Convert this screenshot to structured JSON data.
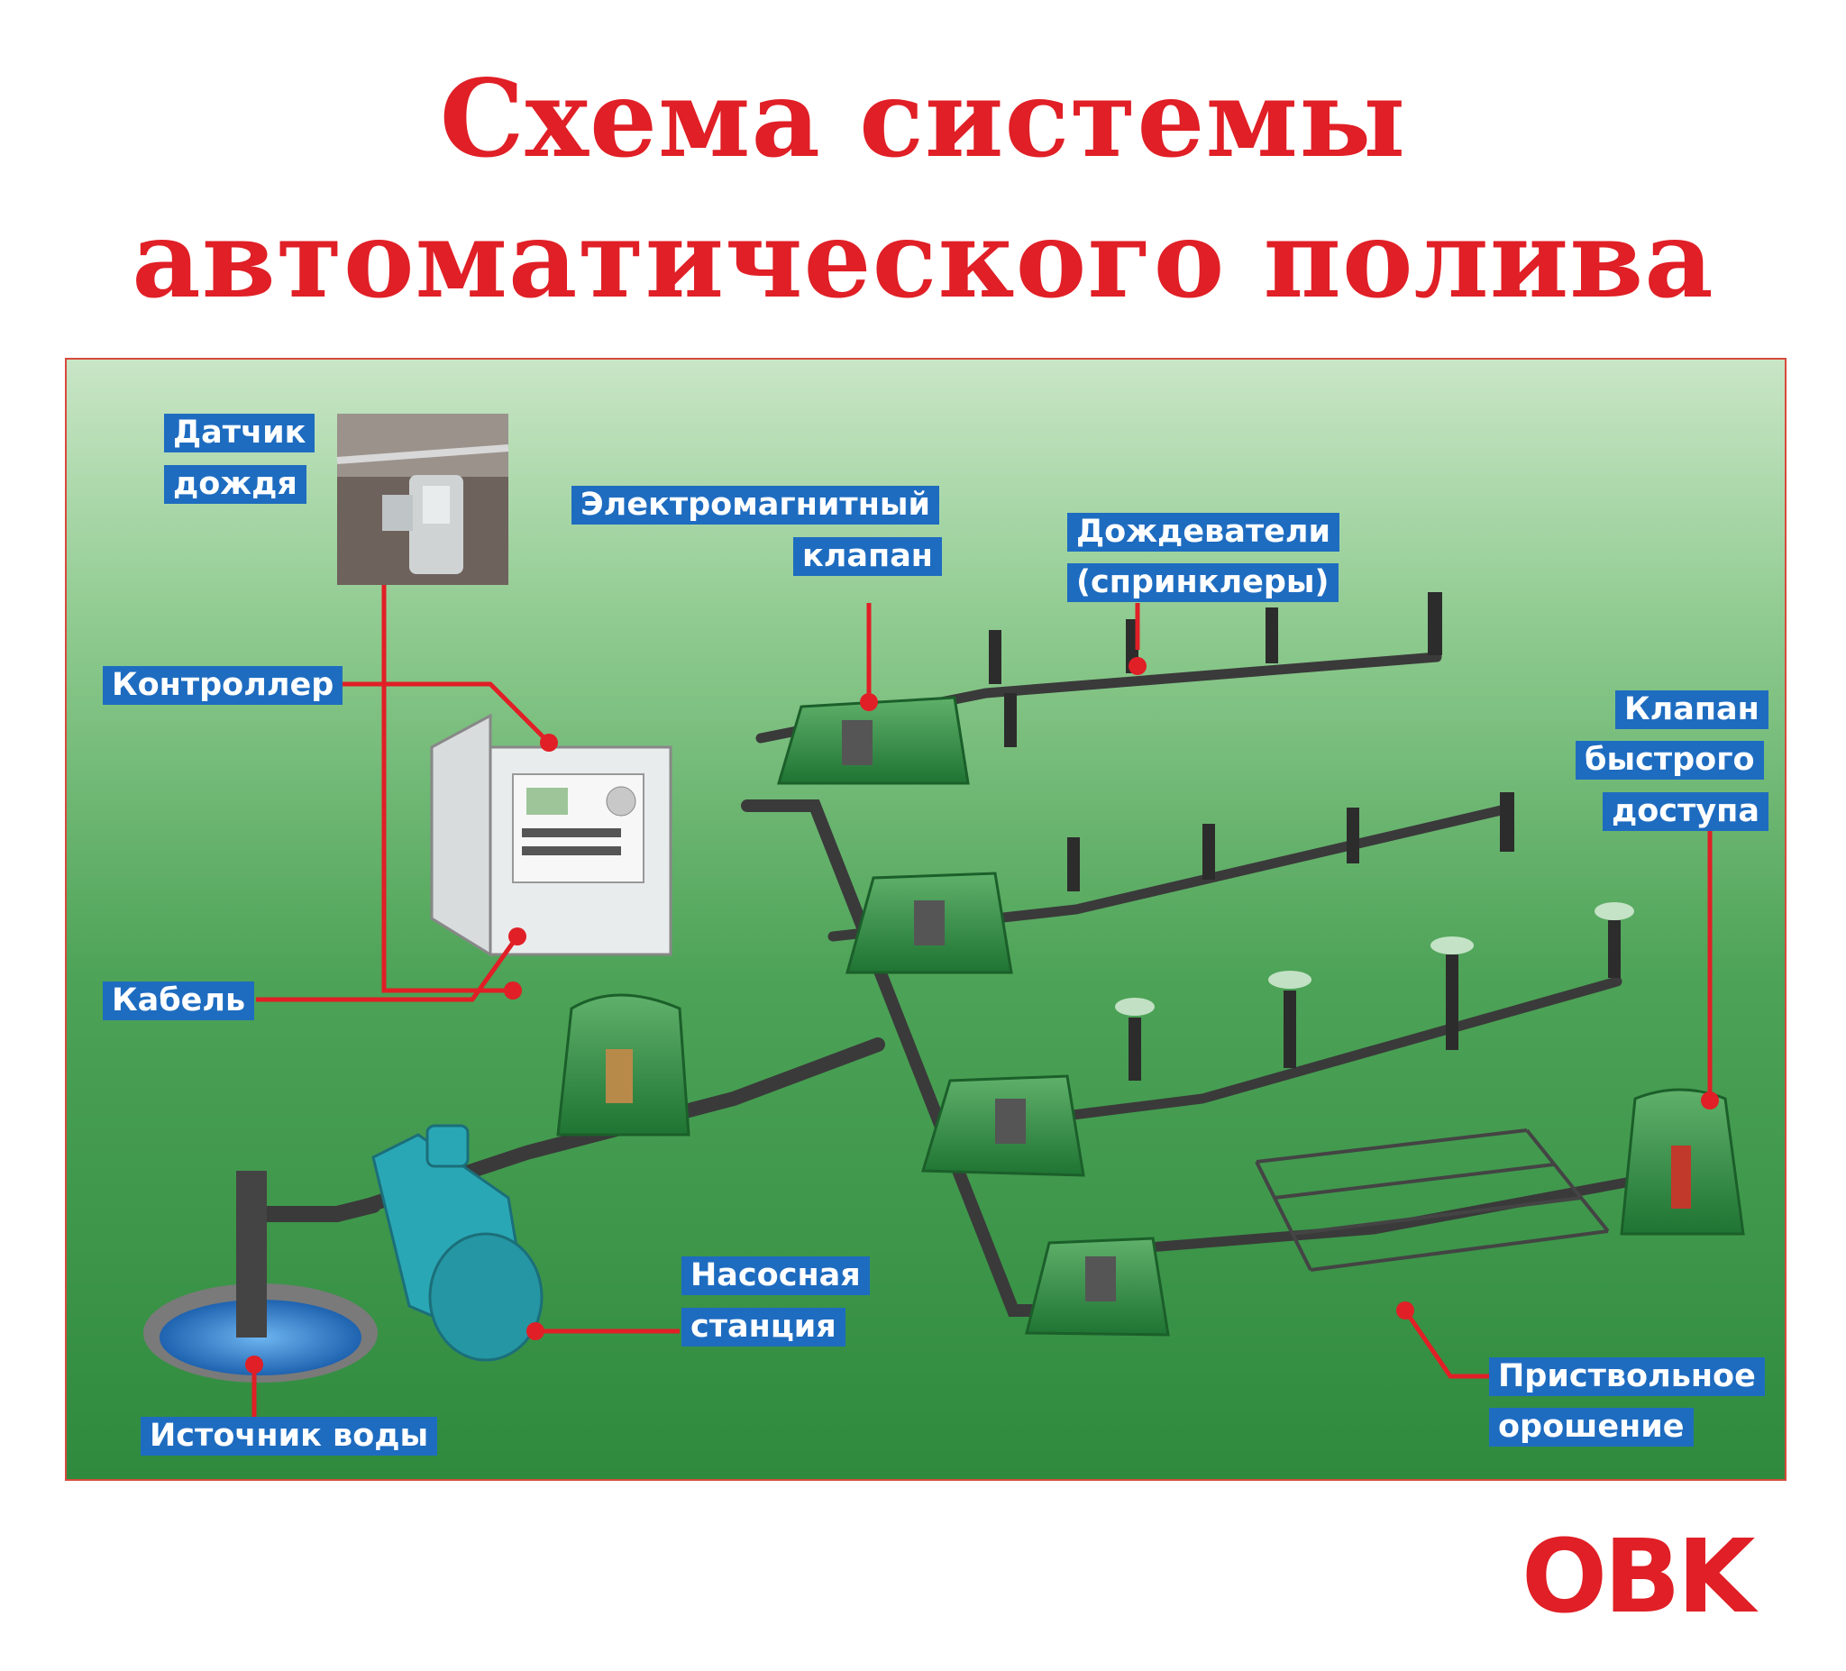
{
  "title": {
    "line1": "Схема системы",
    "line2": "автоматического полива"
  },
  "labels": {
    "rain_sensor": [
      "Датчик",
      "дождя"
    ],
    "solenoid_valve": [
      "Электромагнитный",
      "клапан"
    ],
    "sprinklers": [
      "Дождеватели",
      "(спринклеры)"
    ],
    "controller": [
      "Контроллер"
    ],
    "quick_valve": [
      "Клапан",
      "быстрого",
      "доступа"
    ],
    "cable": [
      "Кабель"
    ],
    "pump_station": [
      "Насосная",
      "станция"
    ],
    "water_source": [
      "Источник воды"
    ],
    "trunk_irrigation": [
      "Приствольное",
      "орошение"
    ]
  },
  "logo": "OBK",
  "colors": {
    "title": "#e01f26",
    "label_bg": "#1e6cc0",
    "label_text": "#ffffff",
    "leader_line": "#e01f26",
    "frame": "#d64a3c",
    "logo": "#e01f26",
    "grass": "#3f9a4a",
    "valve_box": "#2e8a3f",
    "pipe": "#3a3a3a",
    "water": "#2f7fd0",
    "pump": "#2aa7b5"
  }
}
